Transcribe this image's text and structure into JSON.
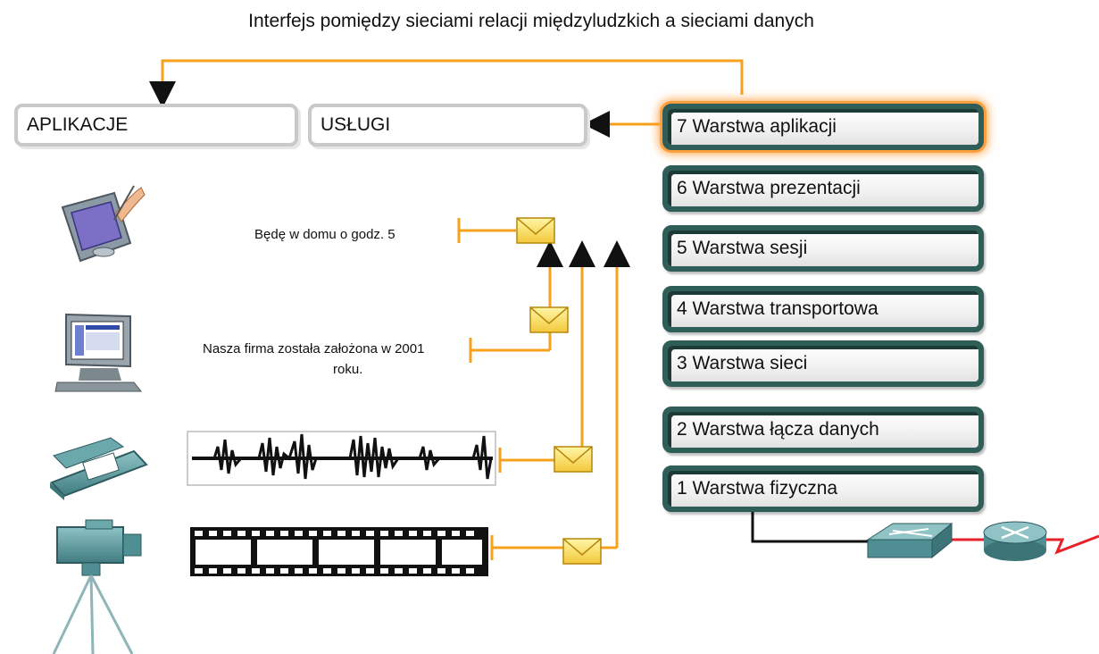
{
  "title": "Interfejs pomiędzy sieciami relacji międzyludzkich a sieciami danych",
  "top_boxes": {
    "applications": "APLIKACJE",
    "services": "USŁUGI"
  },
  "layers": [
    {
      "label": "7 Warstwa aplikacji",
      "highlighted": true
    },
    {
      "label": "6 Warstwa prezentacji"
    },
    {
      "label": "5 Warstwa sesji"
    },
    {
      "label": "4 Warstwa transportowa"
    },
    {
      "label": "3 Warstwa sieci"
    },
    {
      "label": "2 Warstwa łącza danych"
    },
    {
      "label": "1 Warstwa fizyczna"
    }
  ],
  "messages": {
    "pda_text": "Będę w domu o godz. 5",
    "pc_text_line1": "Nasza firma została założona w 2001",
    "pc_text_line2": "roku."
  },
  "icons": [
    "pda-icon",
    "computer-icon",
    "telephone-icon",
    "video-camera-icon",
    "audio-waveform",
    "film-strip",
    "envelope-icon",
    "switch-icon",
    "router-icon"
  ],
  "colors": {
    "flow_line": "#f5a11c",
    "layer_border": "#2f5e58",
    "highlight_glow": "#ff9f3d",
    "wan_link": "#e8202a",
    "device": "#4f8f93"
  }
}
